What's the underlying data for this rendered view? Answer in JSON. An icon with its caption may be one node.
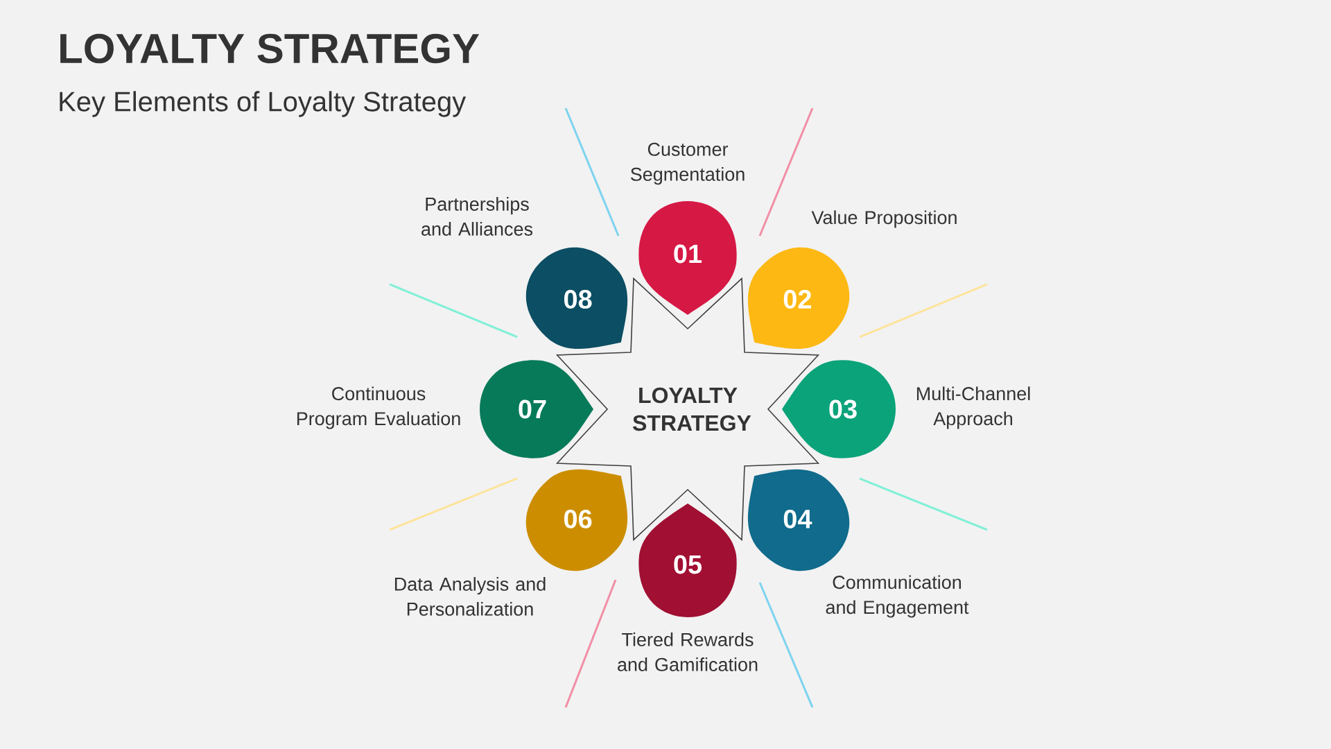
{
  "diagram": {
    "title": "LOYALTY STRATEGY",
    "nodes": [
      {
        "text": [
          "LOYALTY STRATEGY"
        ]
      },
      {
        "text": [
          "01"
        ],
        "beside": [
          "Customer Segmentation"
        ]
      },
      {
        "text": [
          "02"
        ],
        "beside": [
          "Value Proposition"
        ]
      },
      {
        "text": [
          "03"
        ],
        "beside": [
          "Multi-Channel Approach"
        ]
      },
      {
        "text": [
          "04"
        ],
        "beside": [
          "Communication and Engagement"
        ]
      },
      {
        "text": [
          "05"
        ],
        "beside": [
          "Tiered Rewards and Gamification"
        ]
      },
      {
        "text": [
          "06"
        ],
        "beside": [
          "Data Analysis and Personalization"
        ]
      },
      {
        "text": [
          "07"
        ],
        "beside": [
          "Continuous Program Evaluation"
        ]
      },
      {
        "text": [
          "08"
        ],
        "beside": [
          "Partnerships and Alliances"
        ]
      }
    ],
    "labels": [
      "Key Elements of Loyalty Strategy"
    ]
  }
}
